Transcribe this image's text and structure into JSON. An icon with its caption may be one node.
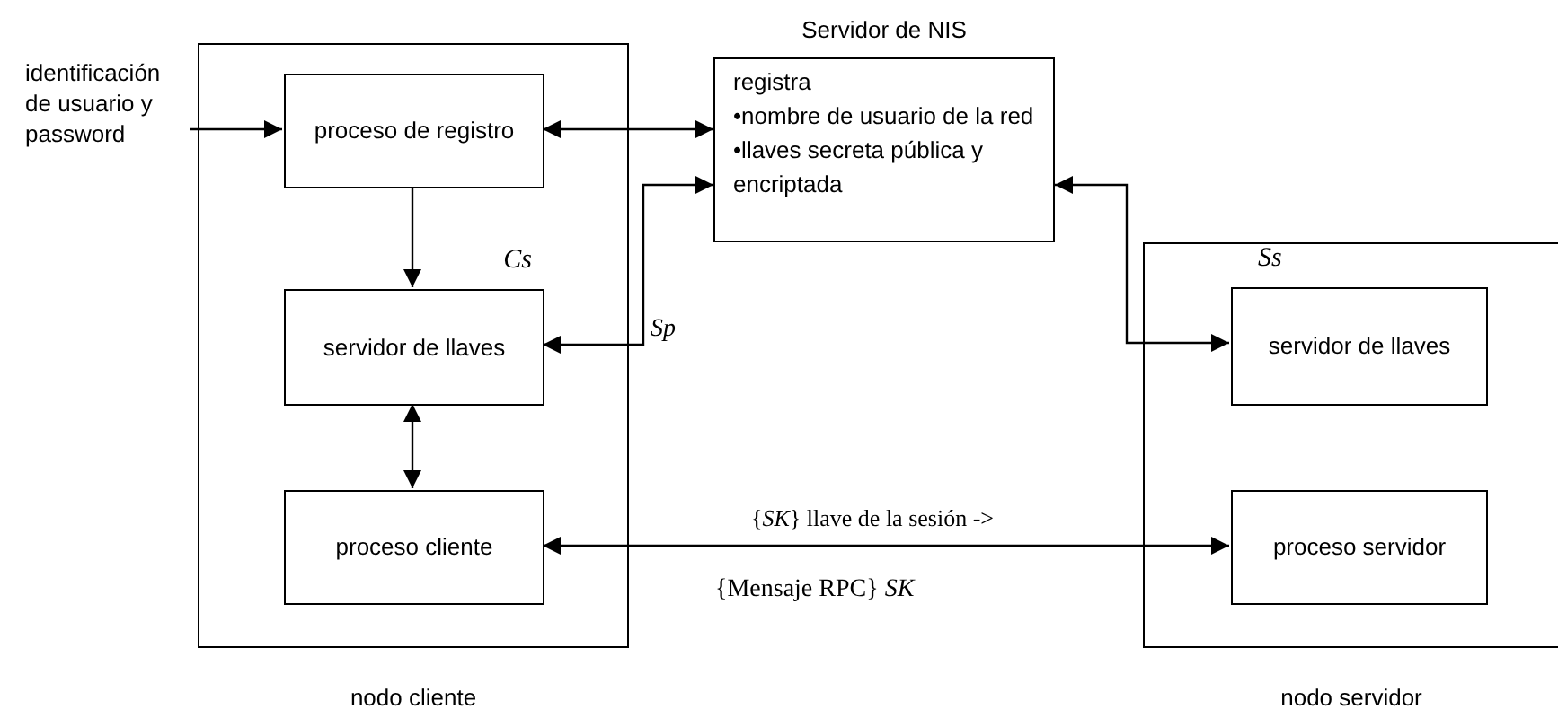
{
  "diagram": {
    "nodes": [
      {
        "text": [
          "identificación de usuario y password"
        ]
      },
      {
        "text": [
          "nodo cliente"
        ]
      },
      {
        "text": [
          "proceso de registro"
        ],
        "in": 1
      },
      {
        "text": [
          "servidor de llaves"
        ],
        "in": 1,
        "beside": [
          "Cs"
        ]
      },
      {
        "text": [
          "proceso cliente"
        ],
        "in": 1
      },
      {
        "text": [
          "Servidor de NIS",
          "registra",
          "•nombre de usuario de la red",
          "•llaves secreta pública y encriptada"
        ]
      },
      {
        "text": [
          "nodo servidor"
        ]
      },
      {
        "text": [
          "servidor de llaves"
        ],
        "in": 6,
        "beside": [
          "Ss"
        ]
      },
      {
        "text": [
          "proceso servidor"
        ],
        "in": 6
      }
    ],
    "edges": [
      {
        "from": 0,
        "to": 2,
        "arrow": "to"
      },
      {
        "from": 2,
        "to": 5,
        "arrow": "both"
      },
      {
        "from": 2,
        "to": 3,
        "arrow": "to"
      },
      {
        "from": 3,
        "to": 5,
        "arrow": "both"
      },
      {
        "from": 3,
        "to": 4,
        "arrow": "both"
      },
      {
        "from": 5,
        "to": 7,
        "arrow": "both"
      },
      {
        "from": 4,
        "to": 8,
        "arrow": "both",
        "label": "{*SK*} llave de la sesión ->"
      }
    ],
    "labels": [
      "Sp",
      "{Mensaje RPC} *SK*"
    ]
  }
}
